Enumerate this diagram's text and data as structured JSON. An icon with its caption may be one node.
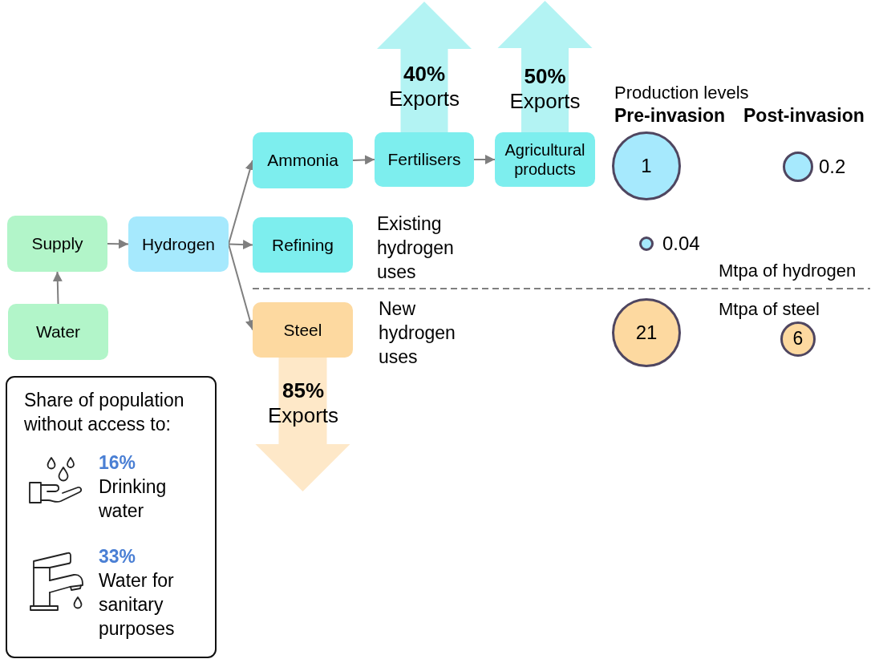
{
  "diagram": {
    "nodes": [
      {
        "text": [
          "Ammonia"
        ]
      },
      {
        "text": [
          "Fertilisers"
        ]
      },
      {
        "text": [
          "Agricultural products"
        ]
      },
      {
        "text": [
          "1"
        ]
      },
      {
        "text": [],
        "shape": "circle",
        "beside": [
          "0.2"
        ]
      },
      {
        "text": [
          "Supply"
        ]
      },
      {
        "text": [
          "Hydrogen"
        ]
      },
      {
        "text": [
          "Refining"
        ]
      },
      {
        "text": [],
        "shape": "circle",
        "beside": [
          "0.04"
        ]
      },
      {
        "text": [
          "Water"
        ]
      },
      {
        "text": [
          "Steel"
        ]
      },
      {
        "text": [
          "21"
        ]
      },
      {
        "text": [
          "6"
        ]
      },
      {
        "text": [
          "Share of population without access to:",
          "**16%** Drinking water",
          "**33%** Water for sanitary purposes"
        ]
      }
    ],
    "edges": [
      {
        "from": 9,
        "to": 5,
        "arrow": "to"
      },
      {
        "from": 5,
        "to": 6,
        "arrow": "to"
      },
      {
        "from": 6,
        "to": 0,
        "arrow": "to"
      },
      {
        "from": 6,
        "to": 7,
        "arrow": "to"
      },
      {
        "from": 6,
        "to": 10,
        "arrow": "to"
      },
      {
        "from": 0,
        "to": 1,
        "arrow": "to"
      },
      {
        "from": 1,
        "to": 2,
        "arrow": "to"
      },
      {
        "from": 1,
        "to": null,
        "arrow": "to",
        "label": "**40%** Exports",
        "style": "thick",
        "color": "#b3f3f3"
      },
      {
        "from": 2,
        "to": null,
        "arrow": "to",
        "label": "**50%** Exports",
        "style": "thick",
        "color": "#b3f3f3"
      },
      {
        "from": 10,
        "to": null,
        "arrow": "to",
        "label": "**85%** Exports",
        "style": "thick",
        "color": "#fee8c8"
      }
    ],
    "labels": [
      "Production levels",
      "Pre-invasion",
      "Post-invasion",
      "Existing hydrogen uses",
      "Mtpa of hydrogen",
      "New hydrogen uses",
      "Mtpa of steel"
    ]
  }
}
